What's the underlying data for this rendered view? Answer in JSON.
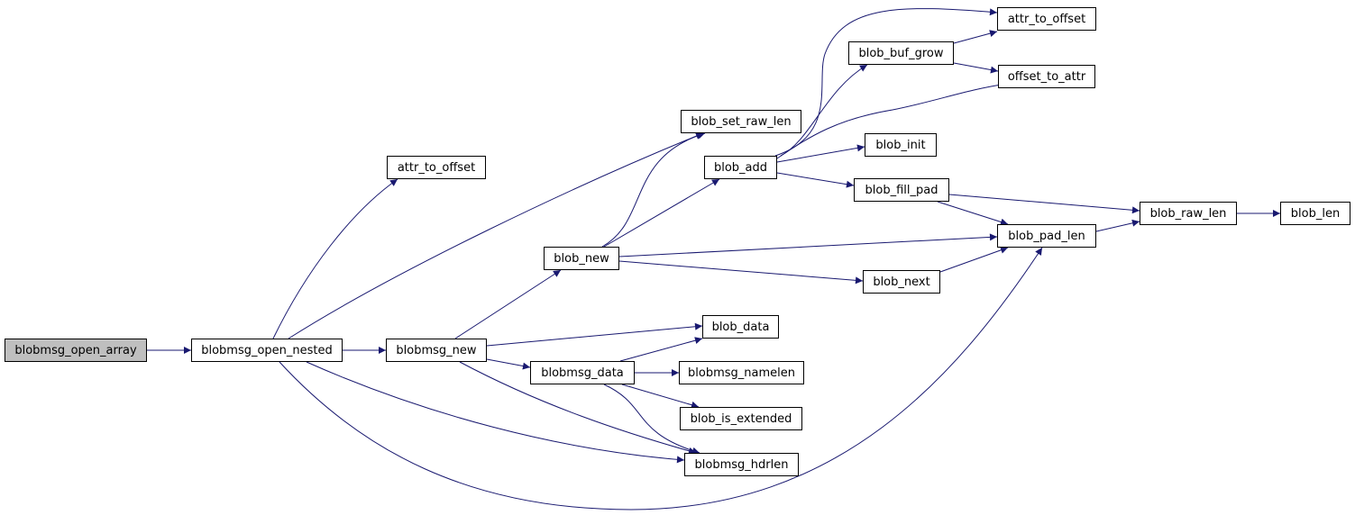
{
  "graph": {
    "edge_color": "#191970",
    "root_fill": "#bfbfbf",
    "nodes": {
      "blobmsg_open_array": "blobmsg_open_array",
      "blobmsg_open_nested": "blobmsg_open_nested",
      "attr_to_offset_a": "attr_to_offset",
      "blobmsg_new": "blobmsg_new",
      "blob_new": "blob_new",
      "blob_set_raw_len": "blob_set_raw_len",
      "blob_add": "blob_add",
      "blob_data": "blob_data",
      "blobmsg_data": "blobmsg_data",
      "blobmsg_namelen": "blobmsg_namelen",
      "blob_is_extended": "blob_is_extended",
      "blobmsg_hdrlen": "blobmsg_hdrlen",
      "blob_buf_grow": "blob_buf_grow",
      "blob_init": "blob_init",
      "blob_fill_pad": "blob_fill_pad",
      "blob_next": "blob_next",
      "attr_to_offset_b": "attr_to_offset",
      "offset_to_attr": "offset_to_attr",
      "blob_pad_len": "blob_pad_len",
      "blob_raw_len": "blob_raw_len",
      "blob_len": "blob_len"
    }
  }
}
